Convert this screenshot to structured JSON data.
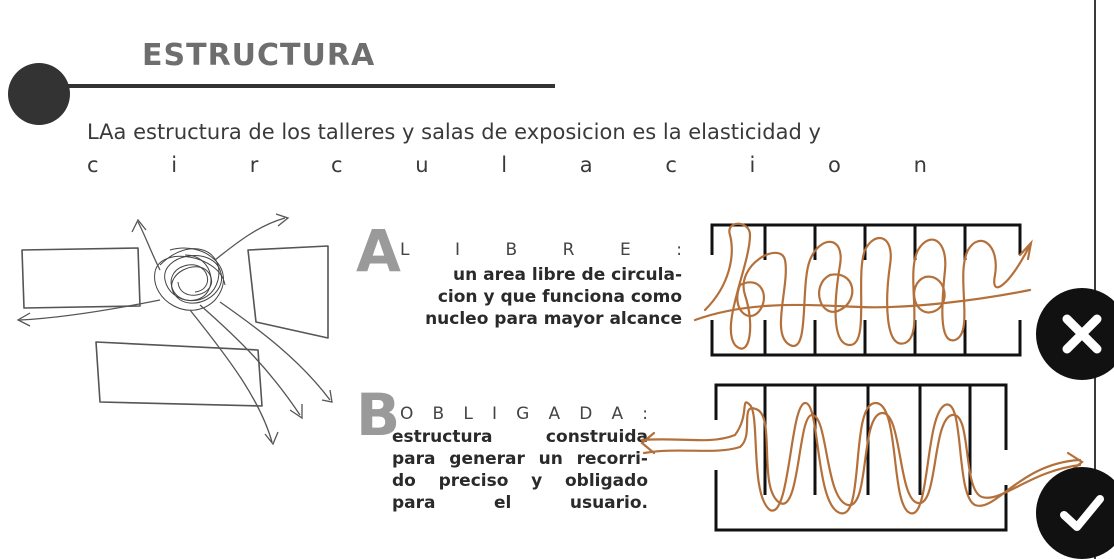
{
  "header": {
    "title": "ESTRUCTURA"
  },
  "intro": {
    "line1": "LAa estructura de los talleres y salas de exposicion es la elasticidad y",
    "line2_letters": [
      "c",
      "i",
      "r",
      "c",
      "u",
      "l",
      "a",
      "c",
      "i",
      "o",
      "n"
    ]
  },
  "section_a": {
    "letter": "A",
    "word_letters": [
      "L",
      "I",
      "B",
      "R",
      "E",
      ":"
    ],
    "lines": [
      "un area libre de circula-",
      "cion y  que funciona como",
      "nucleo para mayor alcance"
    ],
    "status_icon": "close-icon"
  },
  "section_b": {
    "letter": "B",
    "word_letters": [
      "O",
      "B",
      "L",
      "I",
      "G",
      "A",
      "D",
      "A",
      ":"
    ],
    "lines": [
      "estructura construida",
      "para generar un recorri-",
      "do preciso y obligado",
      "para el usuario."
    ],
    "status_icon": "check-icon"
  },
  "colors": {
    "accent_brown": "#b4703a",
    "ink": "#2a2a2a",
    "title_gray": "#6e6e6e"
  }
}
